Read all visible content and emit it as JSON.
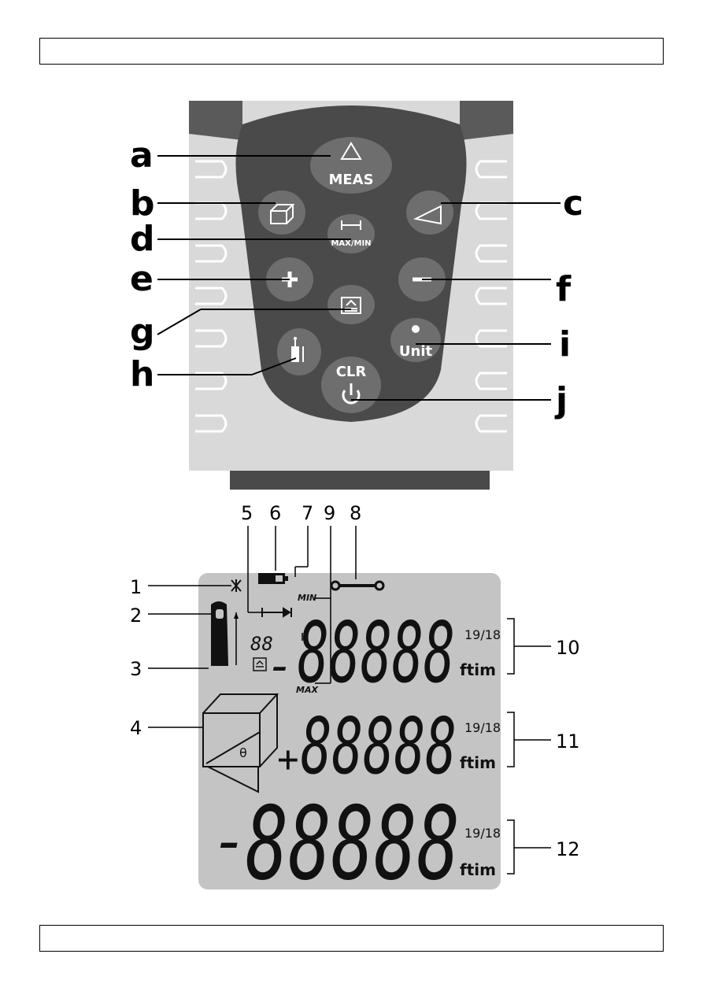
{
  "header_box_text": "",
  "footer_box_text": "",
  "keypad": {
    "meas_label": "MEAS",
    "maxmin_label": "MAX/MIN",
    "unit_label": "Unit",
    "clr_label": "CLR",
    "callouts": {
      "a": "a",
      "b": "b",
      "c": "c",
      "d": "d",
      "e": "e",
      "f": "f",
      "g": "g",
      "h": "h",
      "i": "i",
      "j": "j"
    }
  },
  "display": {
    "callouts": {
      "n1": "1",
      "n2": "2",
      "n3": "3",
      "n4": "4",
      "n5": "5",
      "n6": "6",
      "n7": "7",
      "n8": "8",
      "n9": "9",
      "n10": "10",
      "n11": "11",
      "n12": "12"
    },
    "min_label": "MIN",
    "max_label": "MAX",
    "counter_label": "88",
    "row1_sign": "-",
    "row1_digits": "88888",
    "row2_sign": "+",
    "row2_digits": "88888",
    "row3_sign": "-",
    "row3_digits": "88888",
    "fraction_label": "19/18",
    "unit_label": "ftim",
    "inch_mark": "\"",
    "theta_label": "θ"
  },
  "colors": {
    "device_light": "#d9d9d9",
    "device_mid": "#bfbfbf",
    "device_dark": "#4a4a4a",
    "button": "#6e6e6e",
    "lcd_bg": "#c4c4c4"
  }
}
